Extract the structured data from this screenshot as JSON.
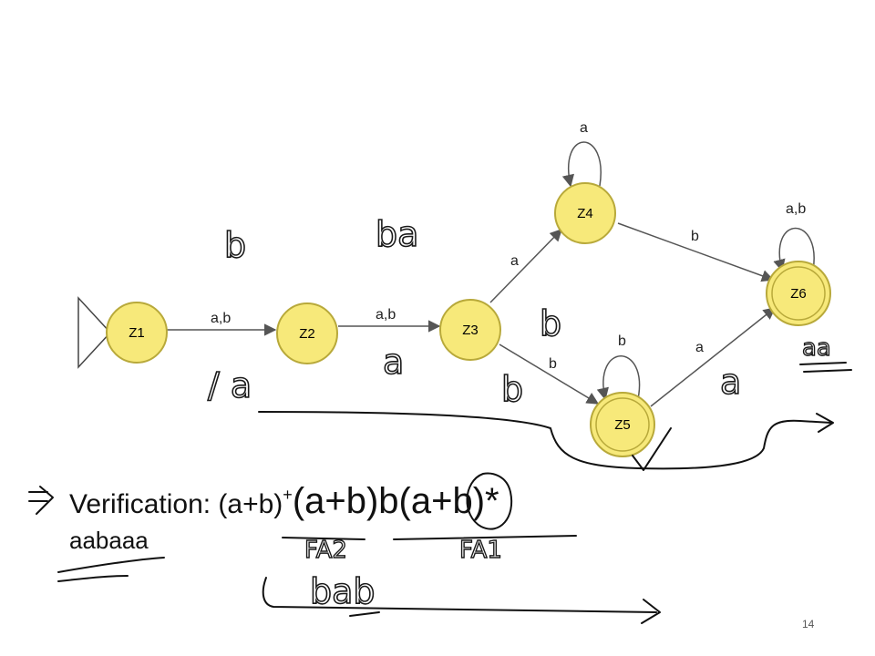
{
  "diagram": {
    "states": [
      {
        "id": "Z1",
        "label": "Z1",
        "start": true,
        "accepting": false
      },
      {
        "id": "Z2",
        "label": "Z2",
        "start": false,
        "accepting": false
      },
      {
        "id": "Z3",
        "label": "Z3",
        "start": false,
        "accepting": false
      },
      {
        "id": "Z4",
        "label": "Z4",
        "start": false,
        "accepting": false
      },
      {
        "id": "Z5",
        "label": "Z5",
        "start": false,
        "accepting": true
      },
      {
        "id": "Z6",
        "label": "Z6",
        "start": false,
        "accepting": true
      }
    ],
    "transitions": [
      {
        "from": "Z1",
        "to": "Z2",
        "label": "a,b"
      },
      {
        "from": "Z2",
        "to": "Z3",
        "label": "a,b"
      },
      {
        "from": "Z3",
        "to": "Z4",
        "label": "a"
      },
      {
        "from": "Z3",
        "to": "Z5",
        "label": "b"
      },
      {
        "from": "Z4",
        "to": "Z4",
        "label": "a"
      },
      {
        "from": "Z4",
        "to": "Z6",
        "label": "b"
      },
      {
        "from": "Z5",
        "to": "Z5",
        "label": "b"
      },
      {
        "from": "Z5",
        "to": "Z6",
        "label": "a"
      },
      {
        "from": "Z6",
        "to": "Z6",
        "label": "a,b"
      }
    ],
    "state_fill": "#f7e97a",
    "state_stroke": "#b8a93a"
  },
  "annotations": {
    "b_top": "b",
    "ba_top": "ba",
    "one_a": "/ a",
    "a_mid": "a",
    "b_mid": "b",
    "b_near_z3": "b",
    "a_right": "a",
    "aa_right": "aa",
    "fa2": "FA2",
    "fa1": "FA1",
    "bab": "bab"
  },
  "verification": {
    "lead": "Verification: (a+b)",
    "sup": "+",
    "expr": "(a+b)b(a+b)*",
    "sample": "aabaaa"
  },
  "page_number": "14"
}
